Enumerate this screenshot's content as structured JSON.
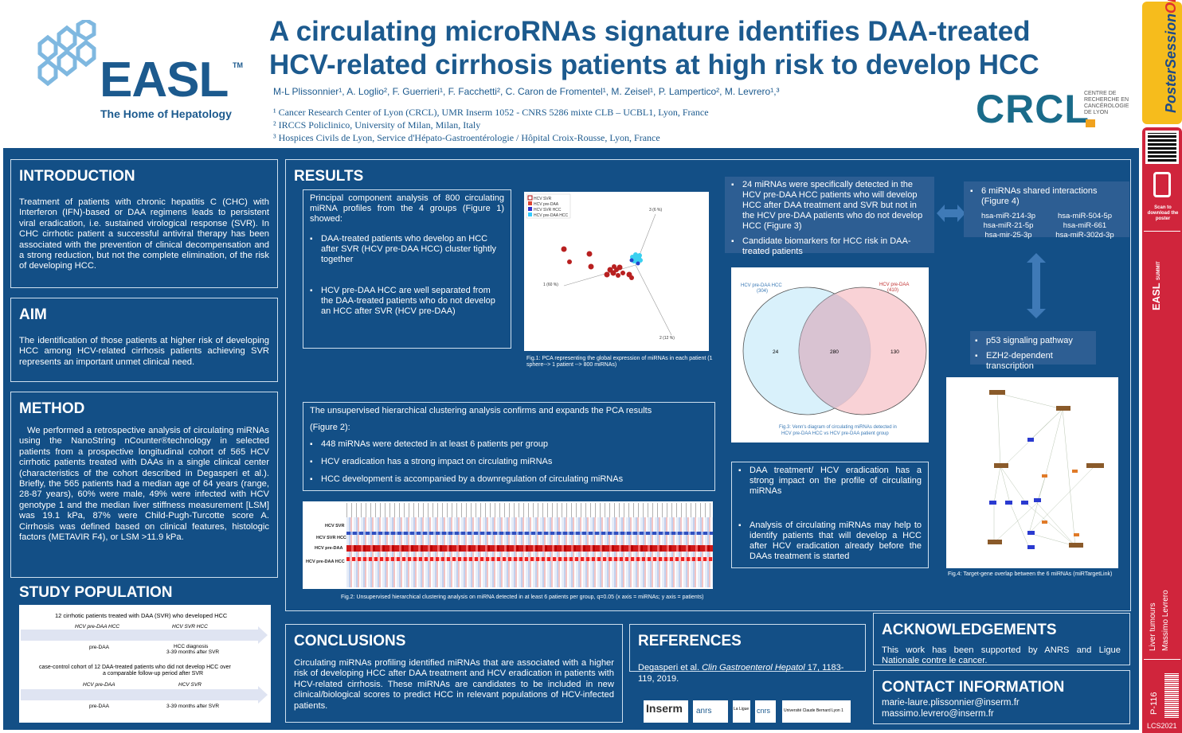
{
  "header": {
    "logo_easl": "EASL",
    "logo_tm": "TM",
    "logo_tagline": "The Home of Hepatology",
    "title_line1": "A circulating microRNAs signature identifies DAA-treated",
    "title_line2": "HCV-related cirrhosis patients at high risk to develop HCC",
    "authors": "M-L Plissonnier¹, A. Loglio², F. Guerrieri¹, F. Facchetti², C. Caron de Fromentel¹, M. Zeisel¹, P. Lampertico², M. Levrero¹,³",
    "affil1": "¹ Cancer Research Center of Lyon (CRCL), UMR Inserm 1052 - CNRS 5286 mixte CLB – UCBL1, Lyon, France",
    "affil2": "² IRCCS Policlinico, University of Milan, Milan, Italy",
    "affil3": "³ Hospices Civils de Lyon, Service d'Hépato-Gastroentérologie / Hôpital Croix-Rousse, Lyon, France",
    "crcl": "CRCL",
    "crcl_sub1": "CENTRE DE",
    "crcl_sub2": "RECHERCHE EN",
    "crcl_sub3": "CANCÉROLOGIE",
    "crcl_sub4": "DE LYON"
  },
  "intro": {
    "heading": "INTRODUCTION",
    "text": "Treatment of patients with chronic hepatitis C (CHC) with Interferon (IFN)-based or DAA regimens leads to persistent viral eradication, i.e. sustained virological response (SVR). In CHC cirrhotic patient a successful antiviral therapy has been associated with the prevention of clinical decompensation and a strong reduction, but not the complete elimination, of the risk of developing HCC."
  },
  "aim": {
    "heading": "AIM",
    "text": "The identification of those patients at higher risk of developing HCC among HCV-related cirrhosis patients achieving SVR represents an important unmet clinical need."
  },
  "method": {
    "heading": "METHOD",
    "text": "We performed a retrospective analysis of circulating miRNAs using the NanoString nCounter®technology in selected patients from a prospective longitudinal cohort of 565 HCV cirrhotic patients treated with DAAs in a single clinical center (characteristics of the cohort described in Degasperi et al.). Briefly, the 565 patients had a median age of 64 years (range, 28-87 years), 60% were male, 49% were infected with HCV genotype 1 and the median liver stiffness measurement [LSM] was 19.1 kPa, 87% were Child-Pugh-Turcotte score A. Cirrhosis was defined based on clinical features, histologic factors (METAVIR F4), or LSM >11.9 kPa."
  },
  "study": {
    "heading": "STUDY POPULATION",
    "row1": "12 cirrhotic patients treated with DAA (SVR) who developed HCC",
    "lab1a": "HCV pre-DAA HCC",
    "lab1b": "HCV SVR HCC",
    "lab2a": "pre-DAA",
    "lab2b": "HCC diagnosis",
    "lab2c": "3-39 months after SVR",
    "row2a": "case-control cohort of 12 DAA-treated patients who did not develop HCC over",
    "row2b": "a comparable follow-up period after SVR",
    "lab3a": "HCV pre-DAA",
    "lab3b": "HCV SVR",
    "lab4a": "pre-DAA",
    "lab4b": "3-39 months after SVR"
  },
  "results": {
    "heading": "RESULTS",
    "pca_intro": "Principal component analysis of 800 circulating miRNA profiles from the 4 groups (Figure 1) showed:",
    "pca_b1": "DAA-treated patients who develop an HCC after SVR (HCV pre-DAA HCC) cluster tightly together",
    "pca_b2": "HCV pre-DAA HCC are well separated from the DAA-treated patients who do not develop an HCC after SVR (HCV pre-DAA)",
    "fig1_caption": "Fig.1: PCA representing the global expression of miRNAs in each patient (1 sphere--> 1 patient --> 800 miRNAs)",
    "legend": [
      "HCV SVR",
      "HCV pre-DAA",
      "HCV SVR HCC",
      "HCV pre-DAA HCC"
    ],
    "pc1": "1 (60 %)",
    "pc2": "2 (12 %)",
    "pc3": "3 (6 %)",
    "clust_l1": "The unsupervised hierarchical clustering analysis confirms and expands the PCA results",
    "clust_l2": "(Figure 2):",
    "clust_b1": "448 miRNAs were detected in at least 6 patients per group",
    "clust_b2": "HCV eradication has a strong impact on circulating miRNAs",
    "clust_b3": "HCC development is accompanied by a downregulation of circulating miRNAs",
    "heat_rows": [
      "HCV SVR",
      "HCV SVR HCC",
      "HCV pre-DAA",
      "HCV pre-DAA HCC"
    ],
    "fig2_caption": "Fig.2: Unsupervised hierarchical clustering analysis on miRNA detected in at least 6 patients per group, q=0.05 (x axis = miRNAs; y axis = patients)",
    "venn_b1": "24 miRNAs were specifically detected in the HCV pre-DAA HCC patients who will develop HCC after DAA treatment and SVR but not in the HCV pre-DAA patients who do not develop HCC (Figure 3)",
    "venn_b2": "Candidate biomarkers for HCC risk in DAA-treated patients",
    "venn_left_label": "HCV pre-DAA HCC",
    "venn_left_n": "(304)",
    "venn_right_label": "HCV pre-DAA",
    "venn_right_n": "(410)",
    "venn_a": "24",
    "venn_ab": "280",
    "venn_b": "130",
    "fig3_caption1": "Fig.3: Venn's diagram of circulating miRNAs detected in",
    "fig3_caption2": "HCV pre-DAA HCC vs HCV pre-DAA patient group",
    "shared_heading": "6 miRNAs shared interactions (Figure 4)",
    "mirnas": [
      "hsa-miR-214-3p",
      "hsa-miR-504-5p",
      "hsa-miR-21-5p",
      "hsa-miR-661",
      "hsa-mir-25-3p",
      "hsa-miR-302d-3p"
    ],
    "path_b1": "p53 signaling pathway",
    "path_b2": "EZH2-dependent transcription",
    "daa_b1": "DAA treatment/ HCV eradication has a strong impact on the profile of circulating miRNAs",
    "daa_b2": "Analysis of circulating miRNAs may help to identify patients that will develop a HCC after HCV eradication already before the DAAs treatment is started",
    "fig4_caption": "Fig.4: Target-gene overlap between the 6 miRNAs (miRTargetLink)"
  },
  "conclusions": {
    "heading": "CONCLUSIONS",
    "text": "Circulating miRNAs profiling identified miRNAs that are associated with a higher risk of developing HCC after DAA treatment and HCV eradication in patients with HCV-related cirrhosis. These miRNAs are candidates to be included in new clinical/biological scores to predict HCC in relevant populations of HCV-infected patients."
  },
  "references": {
    "heading": "REFERENCES",
    "text_a": "Degasperi et al. ",
    "text_b": "Clin Gastroenterol Hepatol",
    "text_c": " 17, 1183-119, 2019."
  },
  "ack": {
    "heading": "ACKNOWLEDGEMENTS",
    "text": "This work has been supported by ANRS and Ligue Nationale contre le cancer."
  },
  "contact": {
    "heading": "CONTACT INFORMATION",
    "email1": "marie-laure.plissonnier@inserm.fr",
    "email2": "massimo.levrero@inserm.fr"
  },
  "logos": {
    "inserm": "Inserm",
    "anrs": "anrs",
    "ligue": "La Ligue",
    "cnrs": "cnrs",
    "ucbl": "Université Claude Bernard Lyon 1"
  },
  "sidebar": {
    "poster": "Poster",
    "session": "Session",
    "online": "Online",
    "scan1": "Scan to",
    "scan2": "download the",
    "scan3": "poster",
    "summit": "SUMMIT",
    "topic": "Liver tumours",
    "author": "Massimo Levrero",
    "poster_id": "P-116",
    "code": "LCS2021"
  }
}
